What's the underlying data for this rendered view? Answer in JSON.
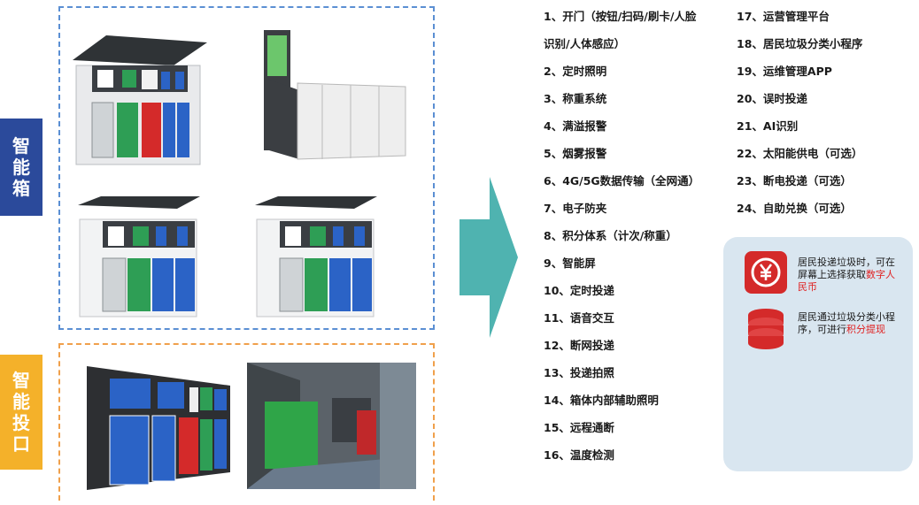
{
  "labels": {
    "smart_box": [
      "智",
      "能",
      "箱"
    ],
    "smart_port": [
      "智",
      "能",
      "投",
      "口"
    ]
  },
  "features": [
    {
      "line1": "1、开门（按钮/扫码/刷卡/人脸",
      "line2": "识别/人体感应）"
    },
    {
      "line1": "2、定时照明"
    },
    {
      "line1": "3、称重系统"
    },
    {
      "line1": "4、满溢报警"
    },
    {
      "line1": "5、烟雾报警"
    },
    {
      "line1": "6、4G/5G数据传输（全网通）"
    },
    {
      "line1": "7、电子防夹"
    },
    {
      "line1": "8、积分体系（计次/称重）"
    },
    {
      "line1": "9、智能屏"
    },
    {
      "line1": "10、定时投递"
    },
    {
      "line1": "11、语音交互"
    },
    {
      "line1": "12、断网投递"
    },
    {
      "line1": "13、投递拍照"
    },
    {
      "line1": "14、箱体内部辅助照明"
    },
    {
      "line1": "15、远程通断"
    },
    {
      "line1": "16、温度检测"
    },
    {
      "line1": "17、运营管理平台"
    },
    {
      "line1": "18、居民垃圾分类小程序"
    },
    {
      "line1": "19、运维管理APP"
    },
    {
      "line1": "20、误时投递"
    },
    {
      "line1": "21、AI识别"
    },
    {
      "line1": "22、太阳能供电（可选）"
    },
    {
      "line1": "23、断电投递（可选）"
    },
    {
      "line1": "24、自助兑换（可选）"
    }
  ],
  "info_card": {
    "item1": {
      "text": "居民投递垃圾时，可在屏幕上选择获取",
      "highlight": "数字人民币",
      "icon": "digital-rmb-icon"
    },
    "item2": {
      "text": "居民通过垃圾分类小程序，可进行",
      "highlight": "积分提现",
      "icon": "coin-stack-icon"
    }
  },
  "colors": {
    "smart_box_label": "#2b4a9b",
    "smart_port_label": "#f4b12a",
    "arrow": "#4fb3b0",
    "highlight": "#e02020",
    "card_bg": "#d9e6f0"
  }
}
